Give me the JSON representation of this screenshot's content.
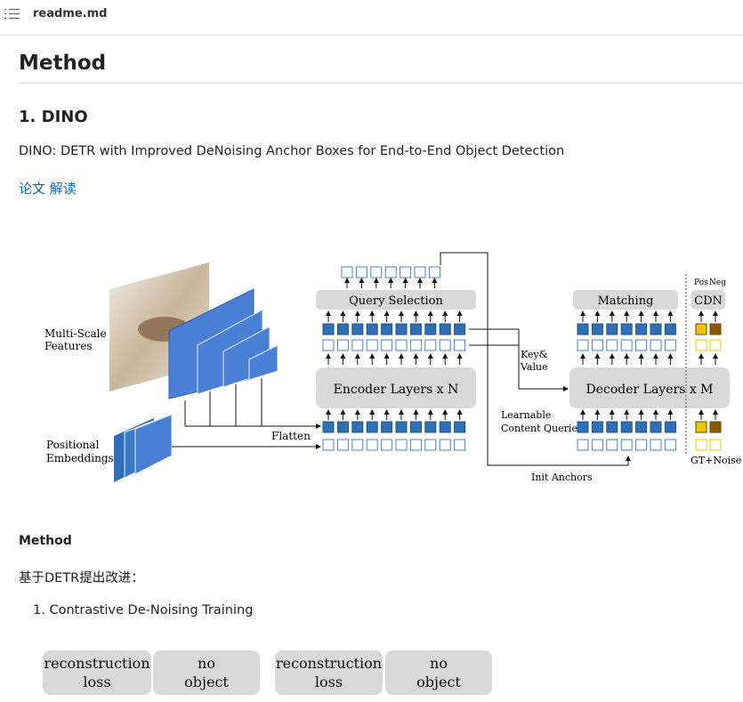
{
  "topbar": {
    "filename": "readme.md"
  },
  "doc": {
    "h1": "Method",
    "h2": "1. DINO",
    "paper_title": "DINO: DETR with Improved DeNoising Anchor Boxes for End-to-End Object Detection",
    "link_text": "论文 解读",
    "h4": "Method",
    "intro": "基于DETR提出改进：",
    "list_item": "1. Contrastive De-Noising Training"
  },
  "diagram": {
    "multi_scale_l1": "Multi-Scale",
    "multi_scale_l2": "Features",
    "pos_emb_l1": "Positional",
    "pos_emb_l2": "Embeddings",
    "flatten": "Flatten",
    "query_selection": "Query Selection",
    "encoder_layers": "Encoder Layers x N",
    "key_value_l1": "Key&",
    "key_value_l2": "Value",
    "learnable_l1": "Learnable",
    "learnable_l2": "Content Queries",
    "init_anchors": "Init Anchors",
    "matching": "Matching",
    "pos_label": "Pos",
    "neg_label": "Neg",
    "cdn": "CDN",
    "decoder_layers": "Decoder Layers x M",
    "gt_noise": "GT+Noise",
    "colors": {
      "blue_fill": "#2f6fb5",
      "gold": "#f5c400",
      "brown": "#8a5a00",
      "gray_box": "#d9d9d9",
      "plane": "#4a7fd6"
    }
  },
  "loss_boxes": [
    {
      "line1": "reconstruction",
      "line2": "loss"
    },
    {
      "line1": "no",
      "line2": "object"
    },
    {
      "line1": "reconstruction",
      "line2": "loss"
    },
    {
      "line1": "no",
      "line2": "object"
    }
  ]
}
